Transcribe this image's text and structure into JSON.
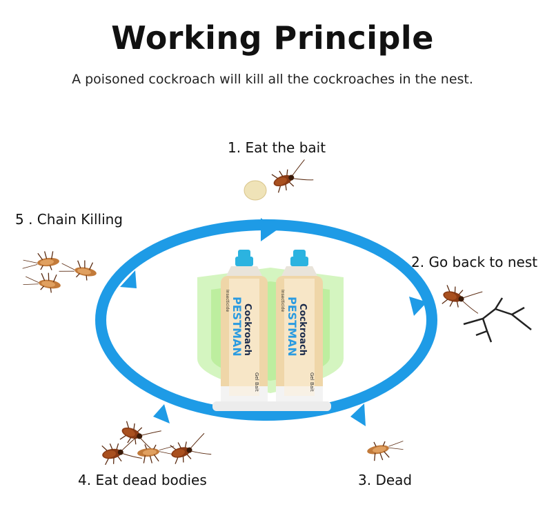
{
  "title": "Working Principle",
  "subtitle": "A poisoned cockroach will kill all the cockroaches in the nest.",
  "steps": {
    "eat_bait": "1. Eat the bait",
    "go_back": "2. Go back to nest",
    "dead": "3. Dead",
    "eat_dead": "4. Eat dead bodies",
    "chain": "5 . Chain Killing"
  },
  "product": {
    "brand": "PESTMAN",
    "name": "Cockroach",
    "type": "Gel Bait",
    "small_text": "Insecticide"
  },
  "colors": {
    "ring": "#1e9be6",
    "shield": "#c9f2b0",
    "gel": "#efd6a8",
    "cap": "#2bb3e0",
    "cockroach": "#8a3a14"
  }
}
